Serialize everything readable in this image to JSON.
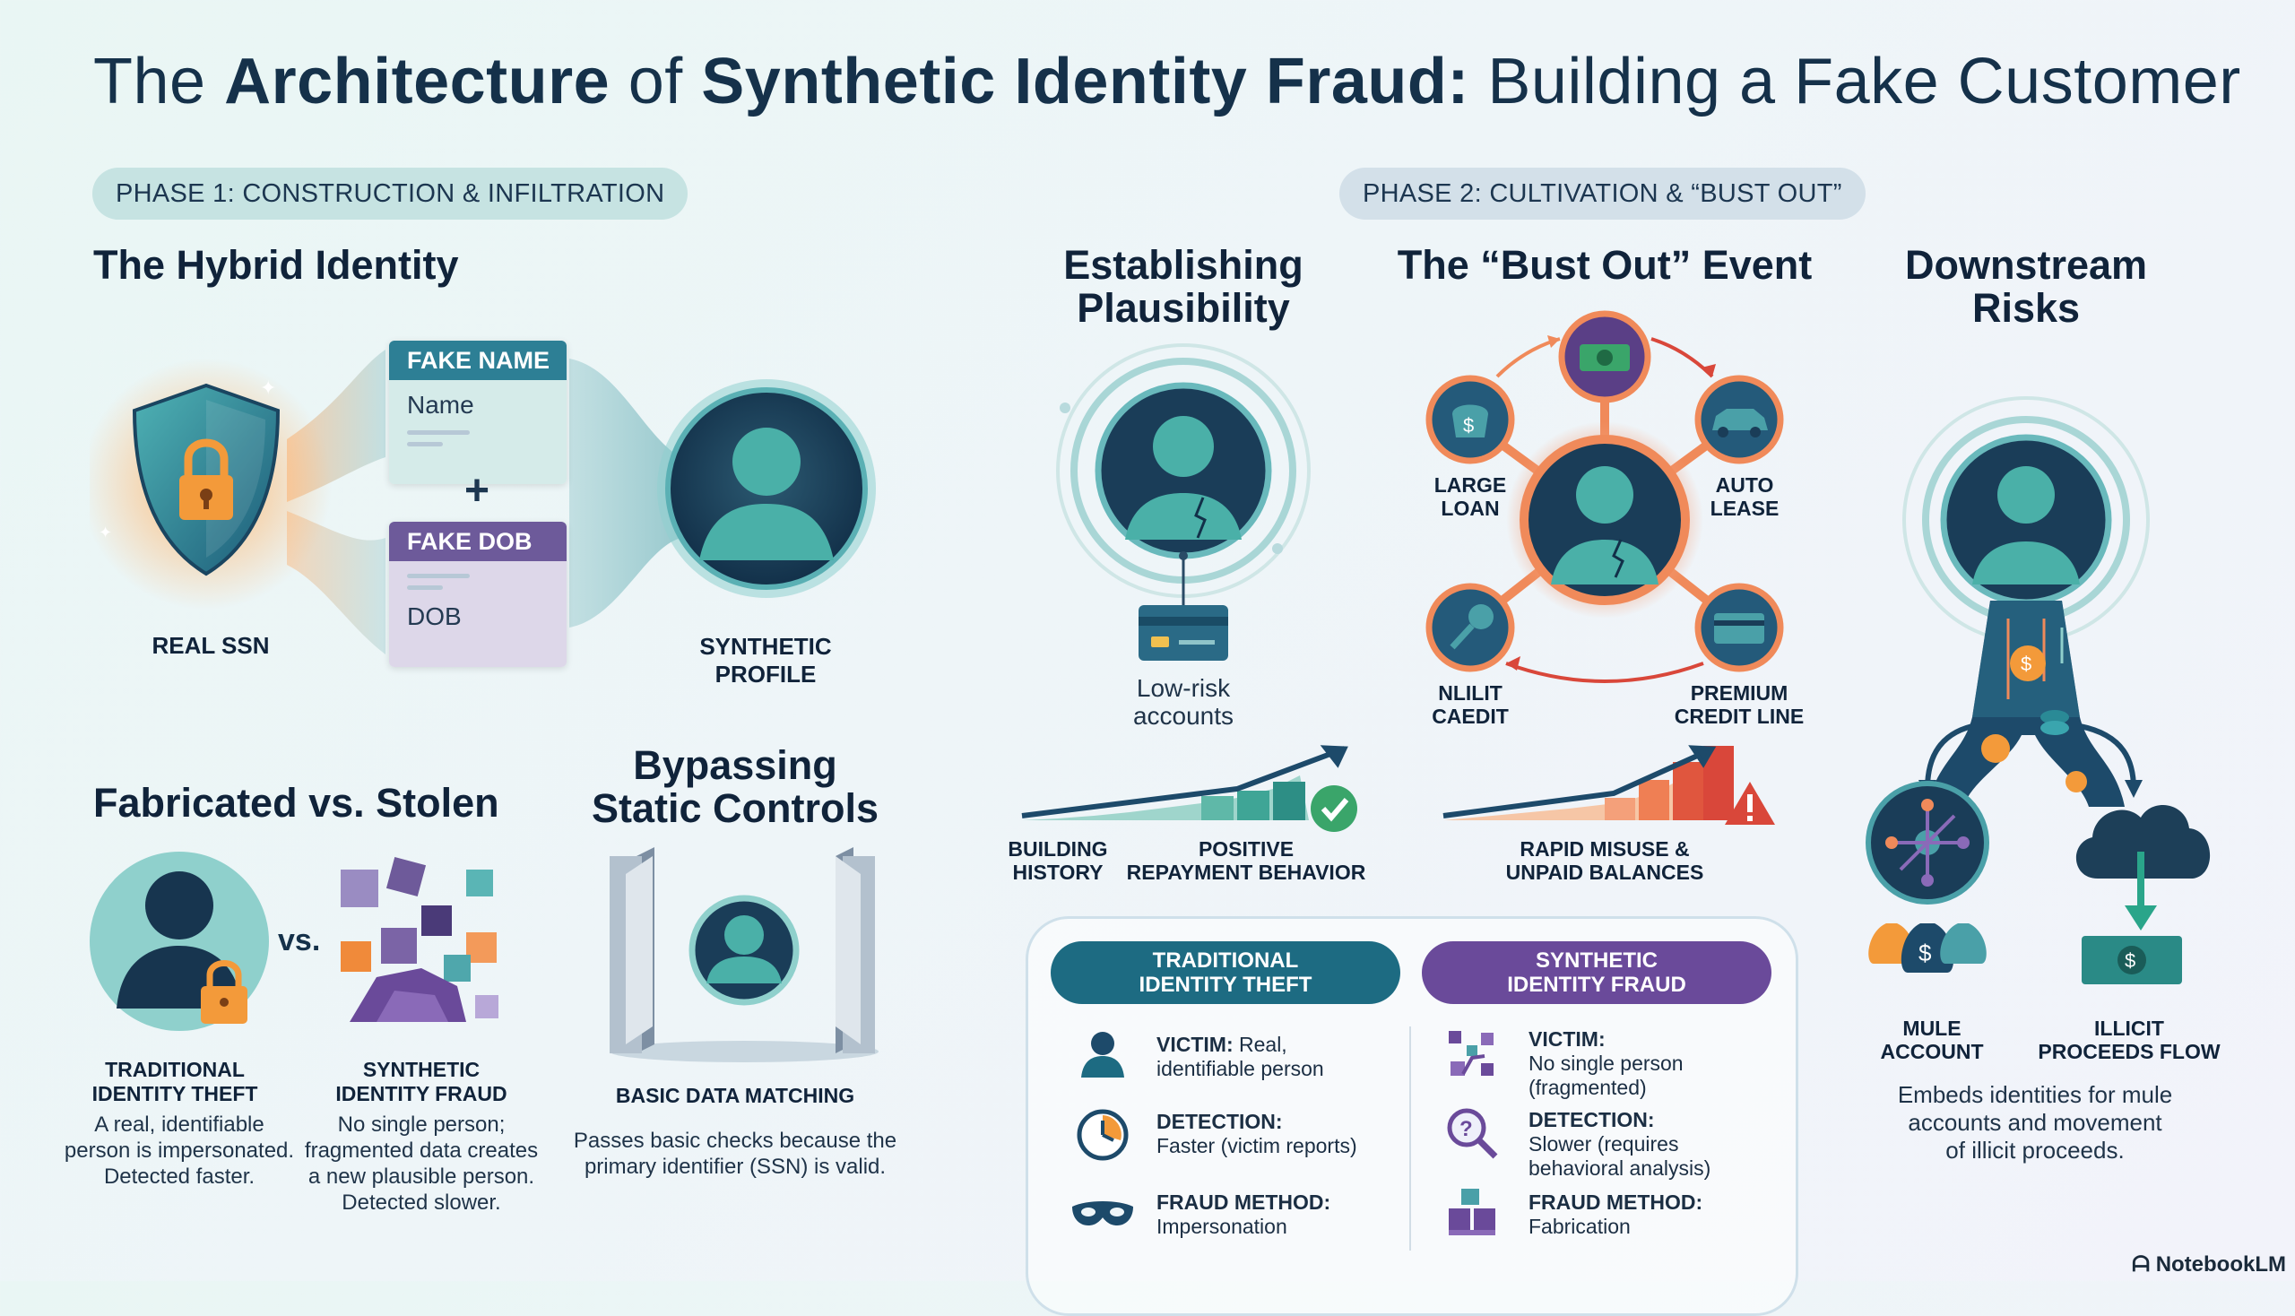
{
  "title": {
    "prefix": "The ",
    "bold1": "Architecture",
    "mid": " of ",
    "bold2": "Synthetic Identity Fraud:",
    "suffix": " Building a Fake Customer"
  },
  "phase1": {
    "pill": "PHASE 1: CONSTRUCTION & INFILTRATION",
    "hybrid": {
      "heading": "The Hybrid Identity",
      "fake_name_head": "FAKE NAME",
      "fake_name_value": "Name",
      "plus": "+",
      "fake_dob_head": "FAKE DOB",
      "fake_dob_value": "DOB",
      "real_ssn": "REAL SSN",
      "synthetic_profile": "SYNTHETIC\nPROFILE"
    },
    "fab": {
      "heading": "Fabricated vs. Stolen",
      "vs": "vs.",
      "left_label": "TRADITIONAL\nIDENTITY THEFT",
      "left_desc": "A real, identifiable\nperson is impersonated.\nDetected faster.",
      "right_label": "SYNTHETIC\nIDENTITY FRAUD",
      "right_desc": "No single person;\nfragmented data creates\na new plausible person.\nDetected slower."
    },
    "bypass": {
      "heading": "Bypassing\nStatic Controls",
      "label": "BASIC DATA MATCHING",
      "desc": "Passes basic checks because the\nprimary identifier (SSN) is valid."
    }
  },
  "phase2": {
    "pill": "PHASE 2: CULTIVATION & “BUST OUT”",
    "plaus": {
      "heading": "Establishing\nPlausibility",
      "accounts": "Low-risk\naccounts",
      "history": "BUILDING\nHISTORY",
      "repay": "POSITIVE\nREPAYMENT BEHAVIOR"
    },
    "bust": {
      "heading": "The “Bust Out” Event",
      "loan": "LARGE\nLOAN",
      "auto": "AUTO\nLEASE",
      "credit": "NLILIT\nCAEDIT",
      "premium": "PREMIUM\nCREDIT LINE",
      "misuse": "RAPID MISUSE &\nUNPAID BALANCES"
    },
    "down": {
      "heading": "Downstream\nRisks",
      "mule": "MULE\nACCOUNT",
      "illicit": "ILLICIT\nPROCEEDS FLOW",
      "desc": "Embeds identities for mule\naccounts and movement\nof illicit proceeds."
    }
  },
  "compare": {
    "trad_head": "TRADITIONAL\nIDENTITY THEFT",
    "syn_head": "SYNTHETIC\nIDENTITY FRAUD",
    "trad_rows": [
      {
        "k": "VICTIM:",
        "v": " Real,\nidentifiable person"
      },
      {
        "k": "DETECTION:",
        "v": "\nFaster (victim reports)"
      },
      {
        "k": "FRAUD METHOD:",
        "v": "\nImpersonation"
      }
    ],
    "syn_rows": [
      {
        "k": "VICTIM:",
        "v": "\nNo single person\n(fragmented)"
      },
      {
        "k": "DETECTION:",
        "v": "\nSlower (requires\nbehavioral analysis)"
      },
      {
        "k": "FRAUD METHOD:",
        "v": "\nFabrication"
      }
    ]
  },
  "footer": {
    "brand": "NotebookLM"
  },
  "colors": {
    "teal": "#1d6b82",
    "purple": "#6a4a9a",
    "orange": "#f0883a",
    "red": "#d9473a",
    "navy": "#15314a"
  }
}
